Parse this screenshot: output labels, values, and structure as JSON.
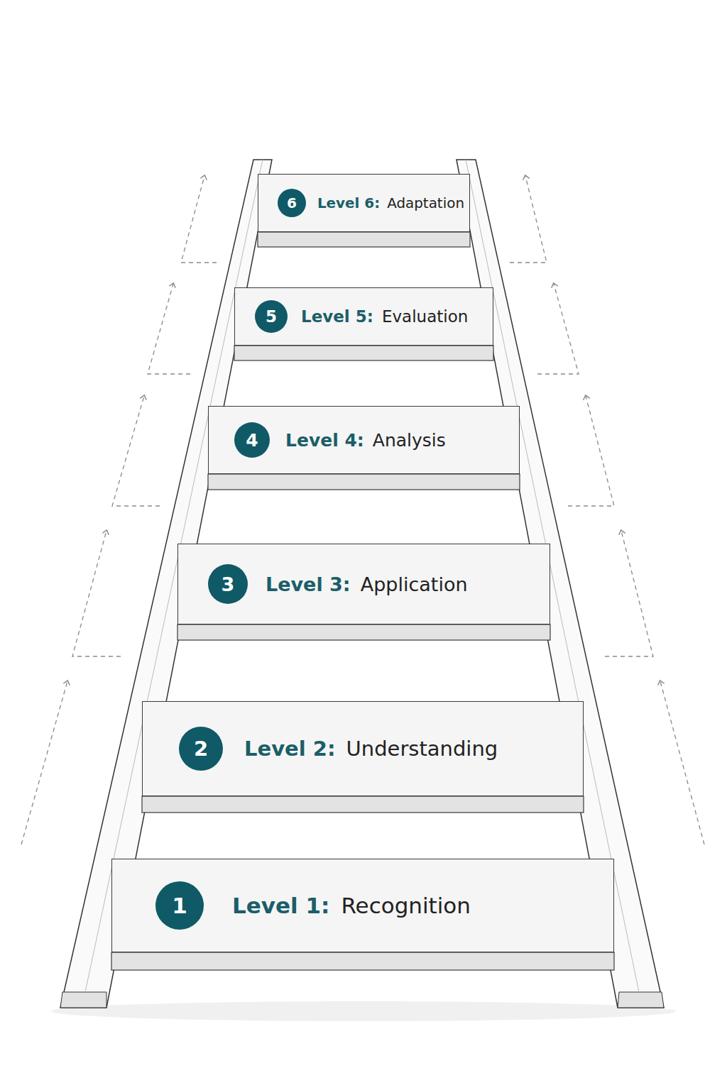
{
  "diagram": {
    "nodes": [
      {
        "text": [
          "Level 6:",
          "Adaptation"
        ]
      },
      {
        "text": [
          "6"
        ],
        "in": 0
      },
      {
        "text": [
          "Level 5:",
          "Evaluation"
        ]
      },
      {
        "text": [
          "5"
        ],
        "in": 2
      },
      {
        "text": [
          "Level 4:",
          "Analysis"
        ]
      },
      {
        "text": [
          "4"
        ],
        "in": 4
      },
      {
        "text": [
          "Level 3:",
          "Application"
        ]
      },
      {
        "text": [
          "3"
        ],
        "in": 6
      },
      {
        "text": [
          "Level 2:",
          "Understanding"
        ]
      },
      {
        "text": [
          "2"
        ],
        "in": 8
      },
      {
        "text": [
          "Level 1:",
          "Recognition"
        ]
      },
      {
        "text": [
          "1"
        ],
        "in": 10
      }
    ]
  }
}
